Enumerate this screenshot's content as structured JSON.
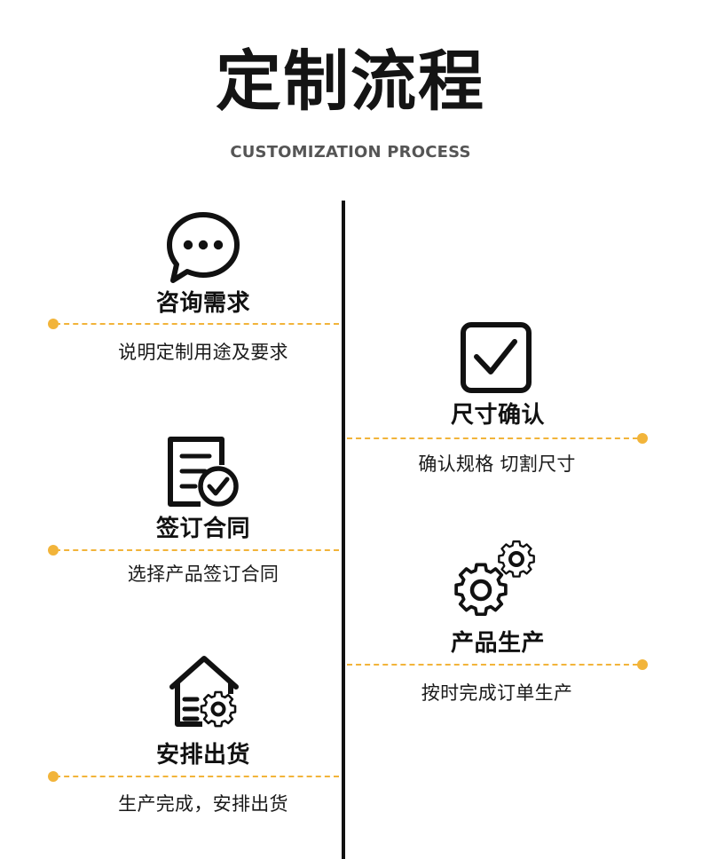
{
  "header": {
    "title": "定制流程",
    "subtitle": "CUSTOMIZATION PROCESS"
  },
  "accent_color": "#f2b43a",
  "steps": [
    {
      "title": "咨询需求",
      "description": "说明定制用途及要求",
      "icon": "chat-bubble-icon"
    },
    {
      "title": "尺寸确认",
      "description": "确认规格 切割尺寸",
      "icon": "checkbox-icon"
    },
    {
      "title": "签订合同",
      "description": "选择产品签订合同",
      "icon": "contract-check-icon"
    },
    {
      "title": "产品生产",
      "description": "按时完成订单生产",
      "icon": "gears-icon"
    },
    {
      "title": "安排出货",
      "description": "生产完成，安排出货",
      "icon": "warehouse-gear-icon"
    }
  ]
}
